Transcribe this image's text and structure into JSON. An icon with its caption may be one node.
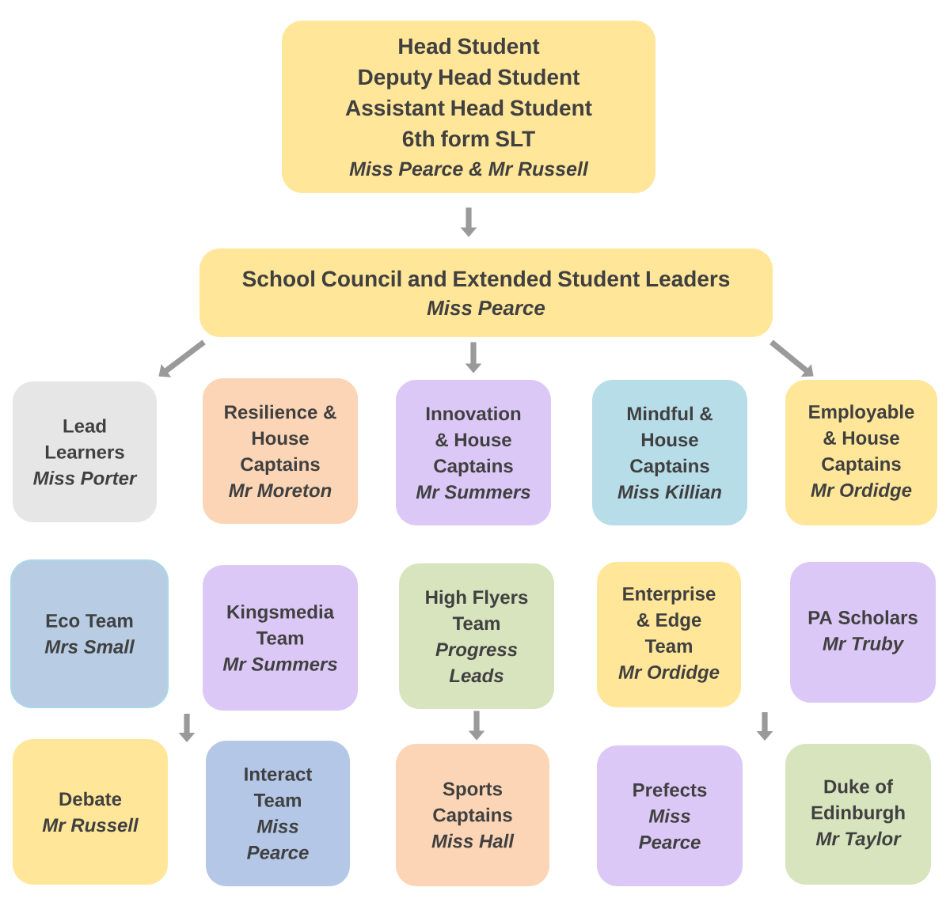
{
  "diagram": {
    "nodes": [
      {
        "text": [
          "Head Student",
          "Deputy Head Student",
          "Assistant Head Student",
          "6th form SLT",
          "Miss Pearce & Mr Russell"
        ]
      },
      {
        "text": [
          "School Council and Extended Student Leaders",
          "Miss Pearce"
        ]
      },
      {
        "text": [
          "Lead Learners",
          "Miss Porter"
        ]
      },
      {
        "text": [
          "Resilience & House Captains",
          "Mr Moreton"
        ]
      },
      {
        "text": [
          "Innovation & House Captains",
          "Mr Summers"
        ]
      },
      {
        "text": [
          "Mindful & House Captains",
          "Miss Killian"
        ]
      },
      {
        "text": [
          "Employable & House Captains",
          "Mr Ordidge"
        ]
      },
      {
        "text": [
          "Eco Team",
          "Mrs Small"
        ]
      },
      {
        "text": [
          "Kingsmedia Team",
          "Mr Summers"
        ]
      },
      {
        "text": [
          "High Flyers Team",
          "Progress Leads"
        ]
      },
      {
        "text": [
          "Enterprise & Edge Team",
          "Mr Ordidge"
        ]
      },
      {
        "text": [
          "PA Scholars",
          "Mr Truby"
        ]
      },
      {
        "text": [
          "Debate",
          "Mr Russell"
        ]
      },
      {
        "text": [
          "Interact Team",
          "Miss Pearce"
        ]
      },
      {
        "text": [
          "Sports Captains",
          "Miss Hall"
        ]
      },
      {
        "text": [
          "Prefects",
          "Miss Pearce"
        ]
      },
      {
        "text": [
          "Duke of Edinburgh",
          "Mr Taylor"
        ]
      }
    ],
    "edges": [
      {
        "from": 0,
        "to": 1,
        "arrow": "to"
      },
      {
        "from": 1,
        "to": 2,
        "arrow": "to"
      },
      {
        "from": 1,
        "to": 4,
        "arrow": "to"
      },
      {
        "from": 1,
        "to": 6,
        "arrow": "to"
      },
      {
        "from": 9,
        "to": 14,
        "arrow": "to"
      }
    ]
  }
}
